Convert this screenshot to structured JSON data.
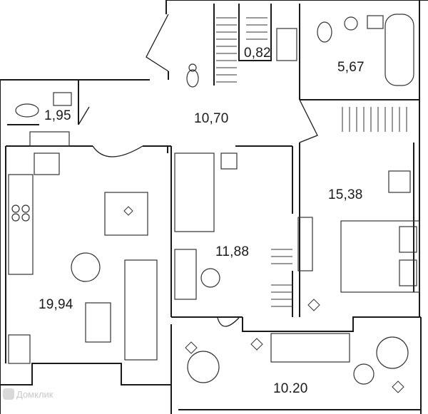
{
  "floor_plan": {
    "rooms": [
      {
        "id": "storage",
        "area": "0,82"
      },
      {
        "id": "bathroom",
        "area": "5,67"
      },
      {
        "id": "toilet",
        "area": "1,95"
      },
      {
        "id": "hallway",
        "area": "10,70"
      },
      {
        "id": "bedroom",
        "area": "15,38"
      },
      {
        "id": "kitchen-living",
        "area": "19,94"
      },
      {
        "id": "study-room",
        "area": "11,88"
      },
      {
        "id": "balcony",
        "area": "10.20"
      }
    ],
    "watermark": "Домклик",
    "colors": {
      "wall": "#1a1a1a",
      "furniture": "#333333",
      "fill": "#ececec"
    }
  }
}
